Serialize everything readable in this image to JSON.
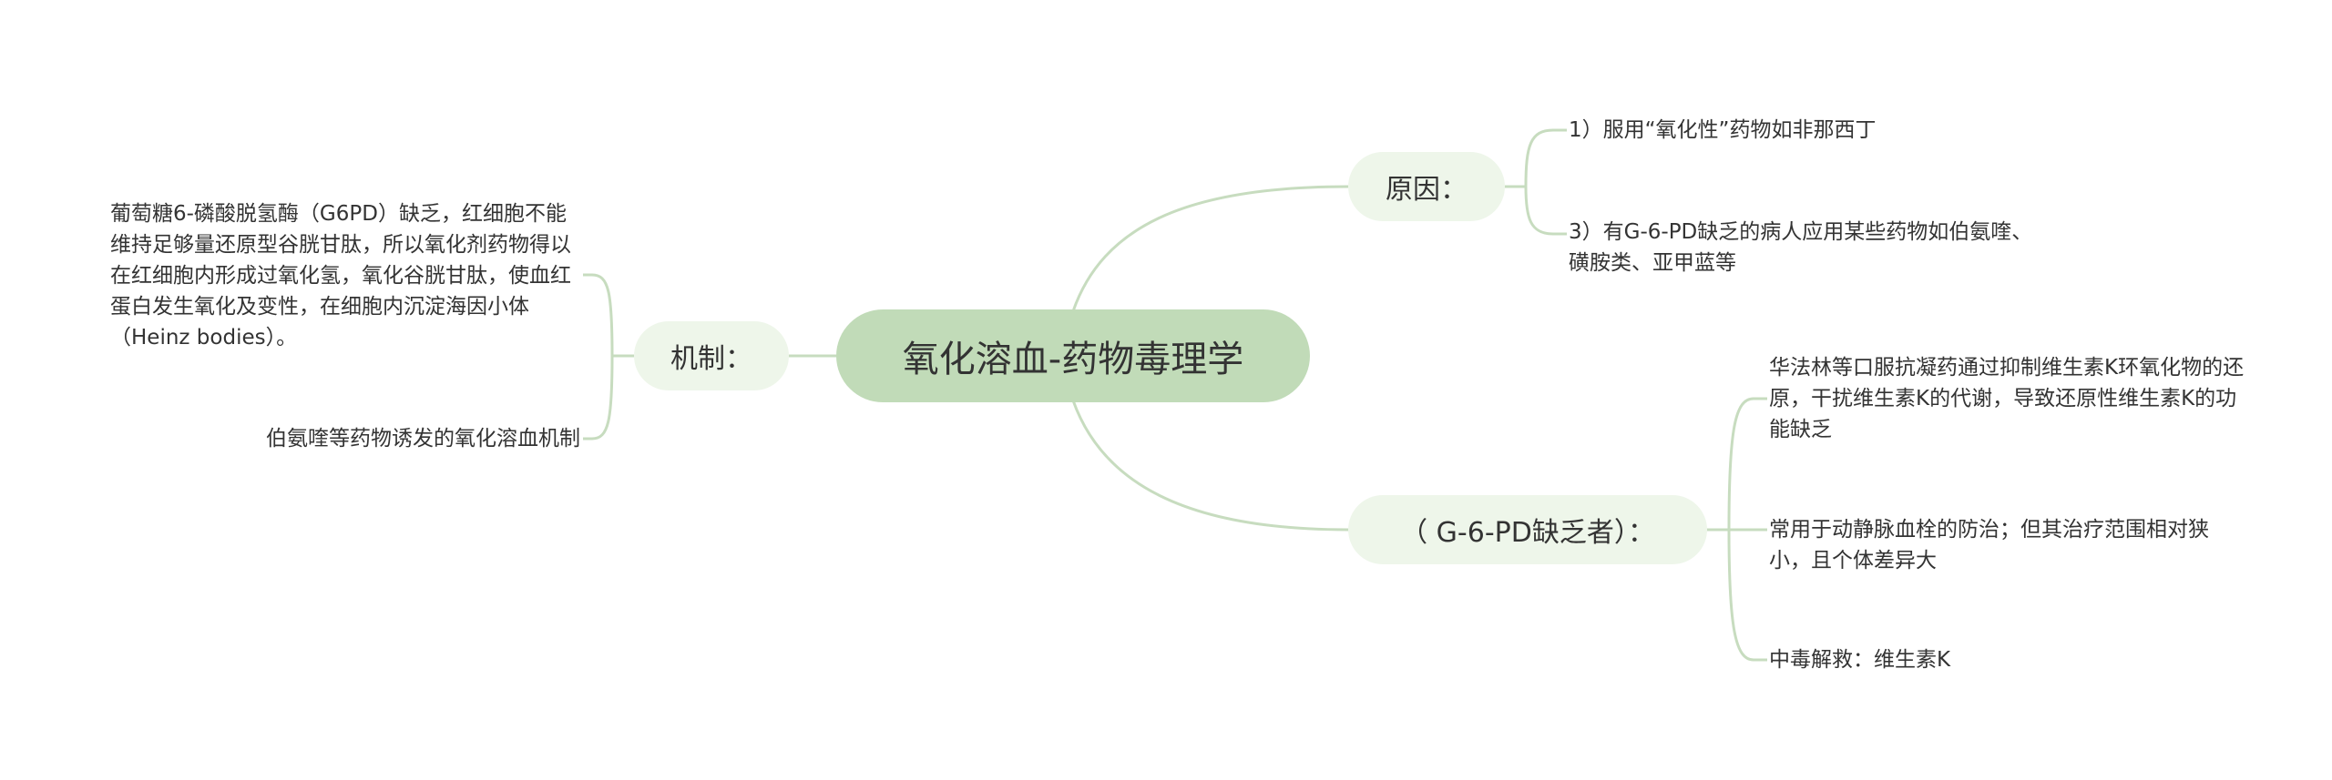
{
  "title": "氧化溶血-药物毒理学",
  "colors": {
    "root_fill": "#c1dbb8",
    "branch_fill": "#eef6ea",
    "line": "#c7dcbf",
    "text": "#333333"
  },
  "branches": {
    "cause": {
      "label": "原因：",
      "items": [
        "1）服用“氧化性”药物如非那西丁",
        "3）有G-6-PD缺乏的病人应用某些药物如伯氨喹、磺胺类、亚甲蓝等"
      ]
    },
    "g6pd": {
      "label": "（ G-6-PD缺乏者）：",
      "items": [
        "华法林等口服抗凝药通过抑制维生素K环氧化物的还原，干扰维生素K的代谢，导致还原性维生素K的功能缺乏",
        "常用于动静脉血栓的防治；但其治疗范围相对狭小，且个体差异大",
        "中毒解救：维生素K"
      ]
    },
    "mechanism": {
      "label": "机制：",
      "items": [
        "葡萄糖6-磷酸脱氢酶（G6PD）缺乏，红细胞不能维持足够量还原型谷胱甘肽，所以氧化剂药物得以在红细胞内形成过氧化氢，氧化谷胱甘肽，使血红蛋白发生氧化及变性，在细胞内沉淀海因小体（Heinz bodies）。",
        "伯氨喹等药物诱发的氧化溶血机制"
      ]
    }
  }
}
